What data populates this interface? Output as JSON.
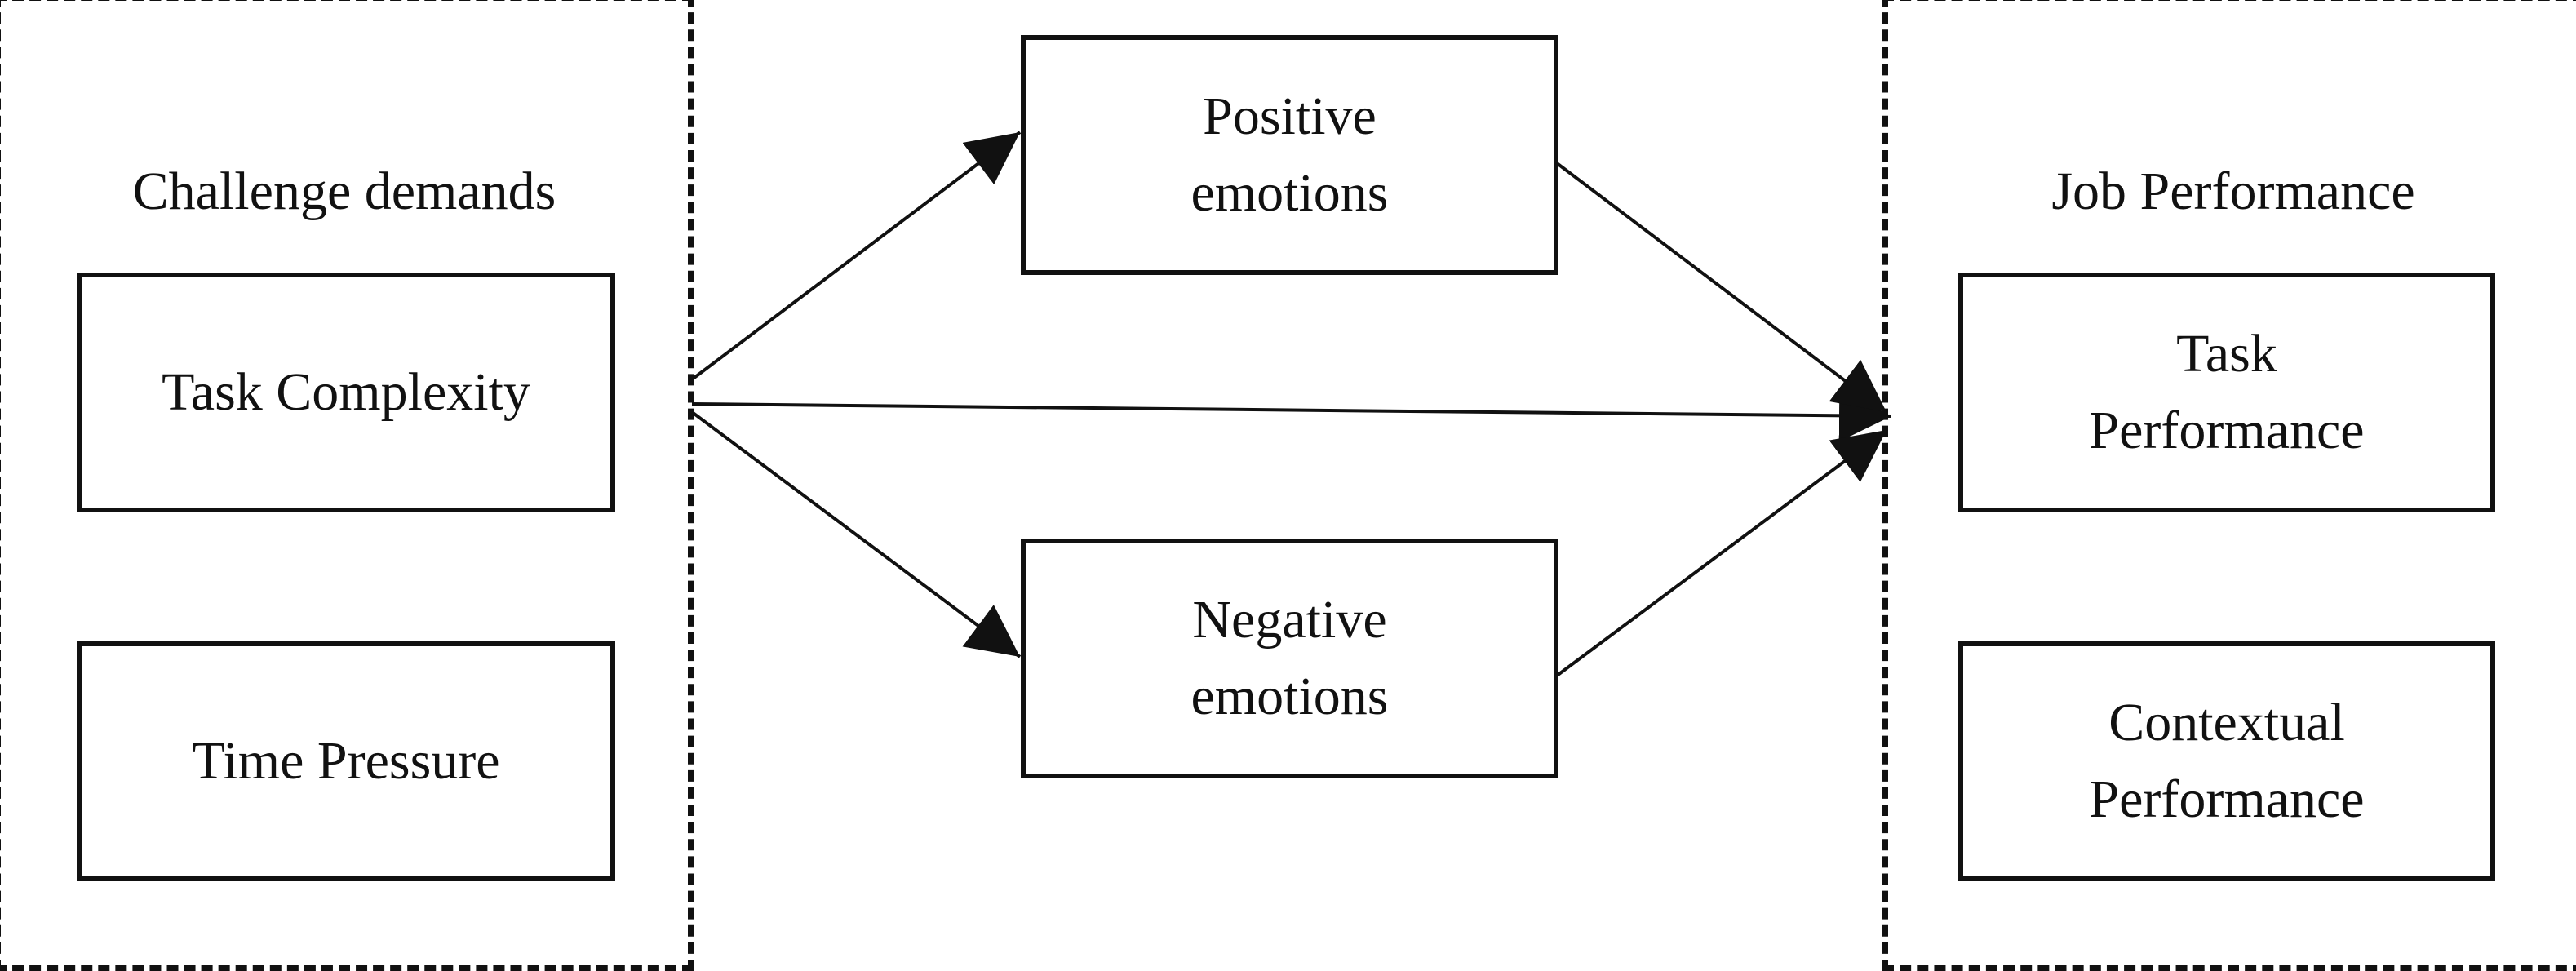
{
  "groups": {
    "challenge": {
      "title": "Challenge demands",
      "items": [
        "Task Complexity",
        "Time Pressure"
      ]
    },
    "performance": {
      "title": "Job Performance",
      "items": [
        {
          "line1": "Task",
          "line2": "Performance"
        },
        {
          "line1": "Contextual",
          "line2": "Performance"
        }
      ]
    }
  },
  "mediators": {
    "positive": {
      "line1": "Positive",
      "line2": "emotions"
    },
    "negative": {
      "line1": "Negative",
      "line2": "emotions"
    }
  },
  "colors": {
    "stroke": "#111111",
    "background": "#ffffff"
  }
}
